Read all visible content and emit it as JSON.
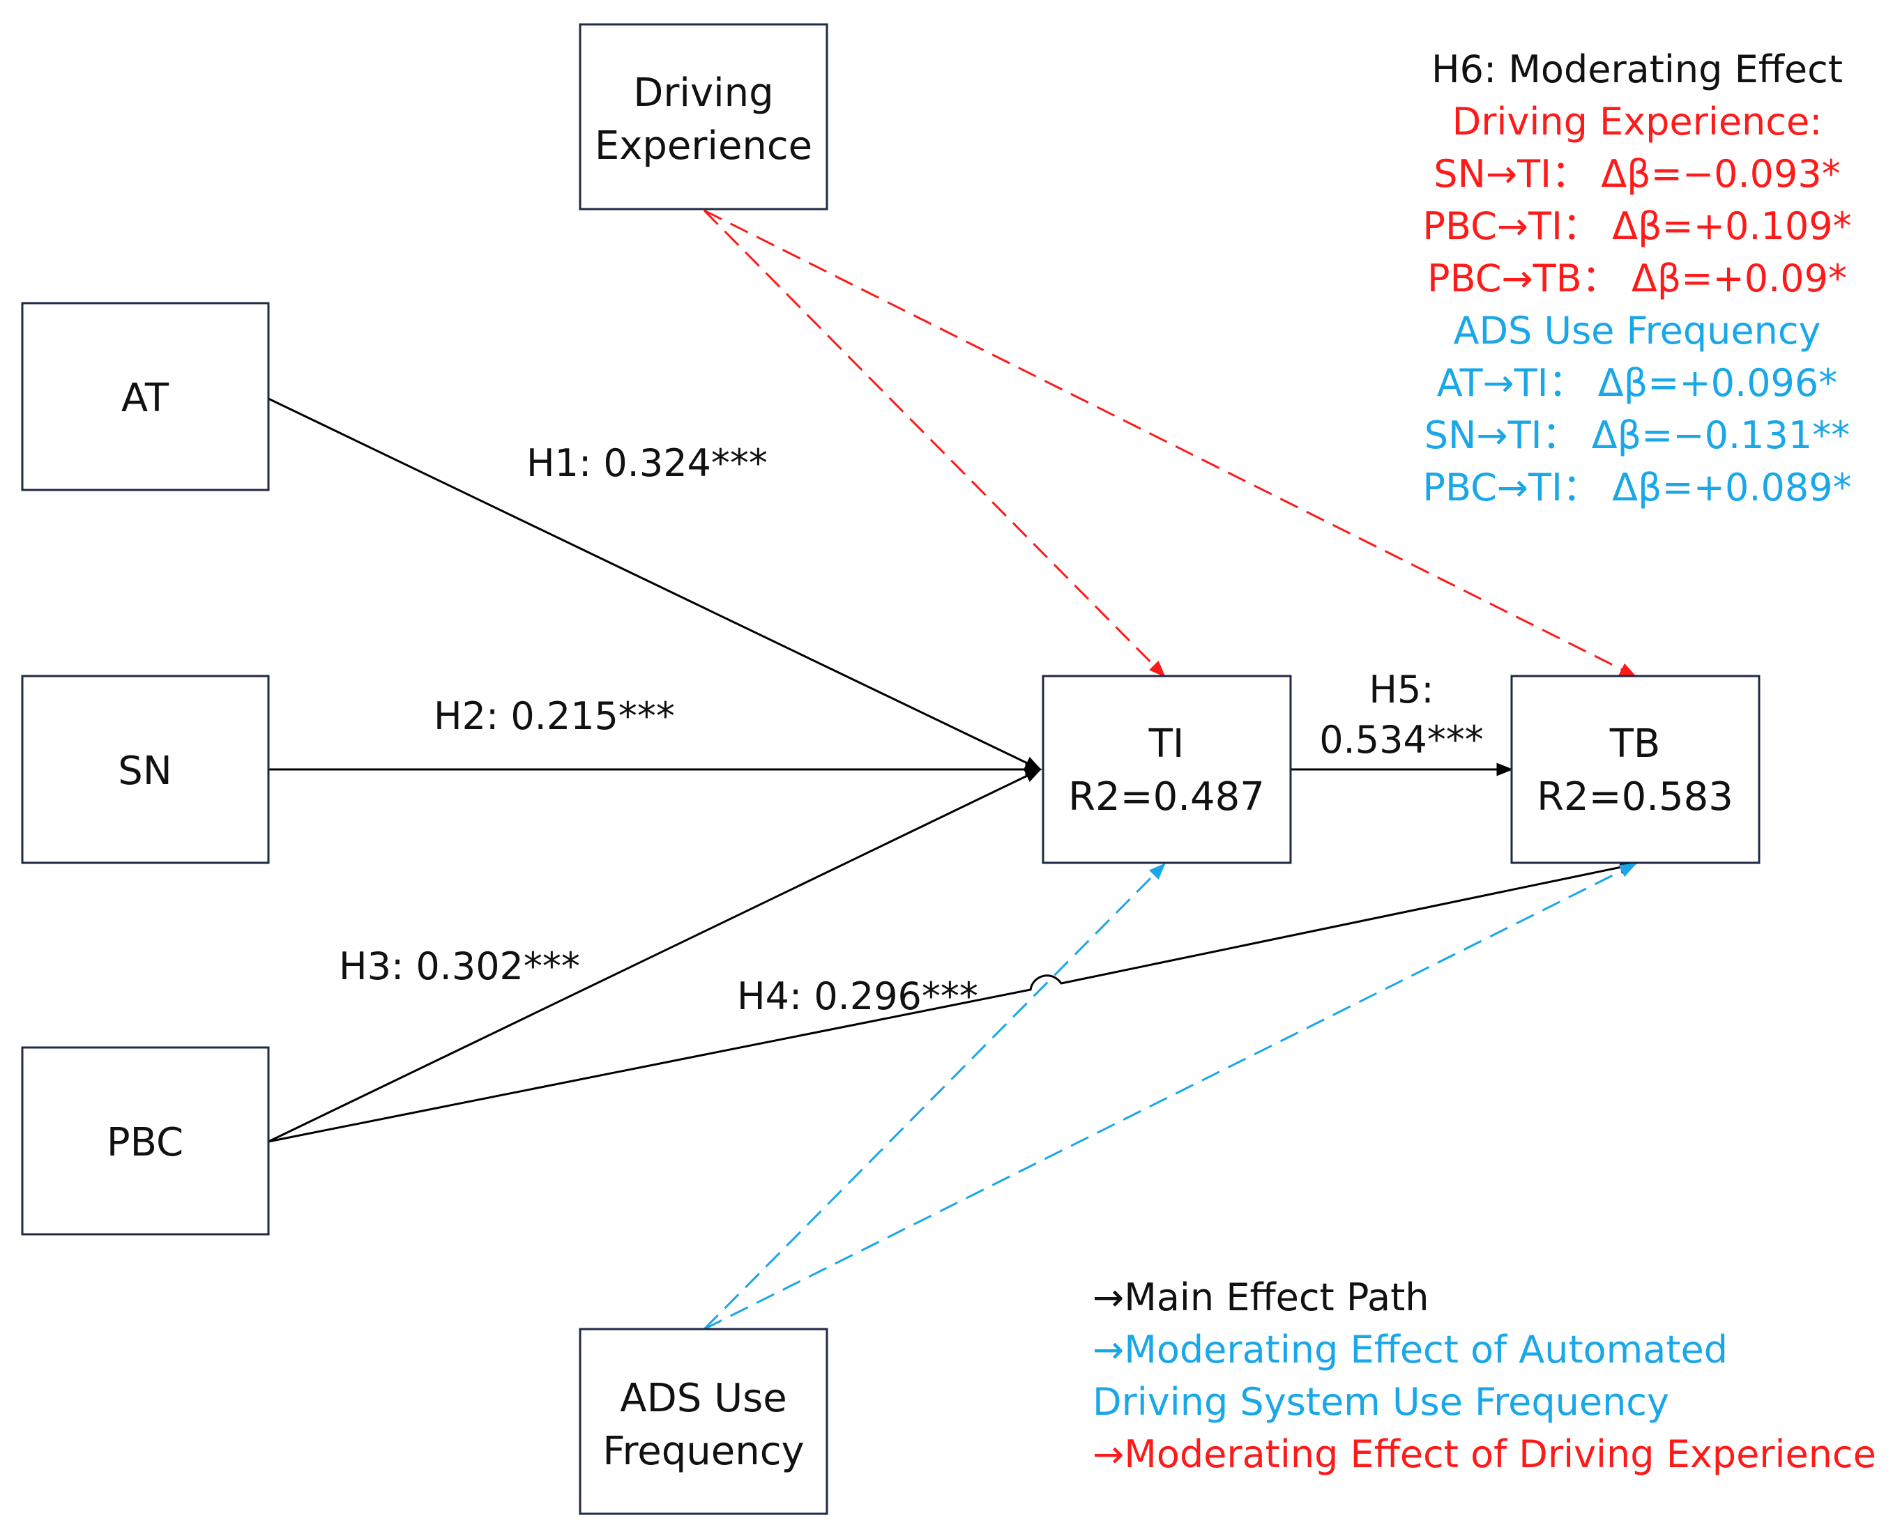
{
  "colors": {
    "main": "#000000",
    "driving_experience": "#ff1a1a",
    "ads_frequency": "#1aa7e8"
  },
  "nodes": {
    "driving_experience": {
      "lines": [
        "Driving",
        "Experience"
      ]
    },
    "at": {
      "lines": [
        "AT"
      ]
    },
    "sn": {
      "lines": [
        "SN"
      ]
    },
    "pbc": {
      "lines": [
        "PBC"
      ]
    },
    "ti": {
      "lines": [
        "TI",
        "R2=0.487"
      ]
    },
    "tb": {
      "lines": [
        "TB",
        "R2=0.583"
      ]
    },
    "ads_use_frequency": {
      "lines": [
        "ADS Use",
        "Frequency"
      ]
    }
  },
  "paths": {
    "h1": "H1: 0.324***",
    "h2": "H2: 0.215***",
    "h3": "H3: 0.302***",
    "h4": "H4: 0.296***",
    "h5_line1": "H5:",
    "h5_line2": "0.534***"
  },
  "h6": {
    "title": "H6: Moderating Effect",
    "driving_experience": {
      "heading": "Driving Experience:",
      "effects": [
        "SN→TI： Δβ=−0.093*",
        "PBC→TI：  Δβ=+0.109*",
        "PBC→TB： Δβ=+0.09*"
      ]
    },
    "ads_use_frequency": {
      "heading": "ADS Use Frequency",
      "effects": [
        "AT→TI：  Δβ=+0.096*",
        "SN→TI：  Δβ=−0.131**",
        "PBC→TI：  Δβ=+0.089*"
      ]
    }
  },
  "legend": {
    "main": "→Main Effect Path",
    "ads_line1": "→Moderating Effect of Automated",
    "ads_line2": "Driving System Use Frequency",
    "driving": "→Moderating Effect of Driving Experience"
  }
}
